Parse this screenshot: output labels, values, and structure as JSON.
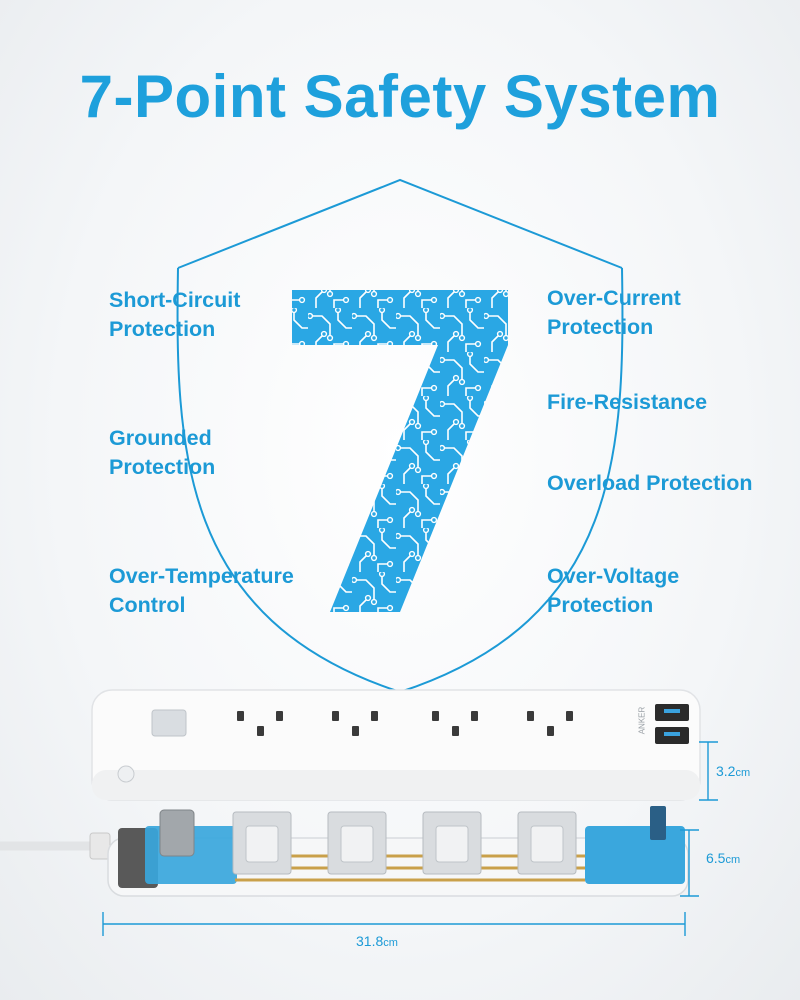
{
  "title": "7-Point Safety System",
  "big_number": "7",
  "features_left": [
    {
      "line1": "Short-Circuit",
      "line2": "Protection"
    },
    {
      "line1": "Grounded",
      "line2": "Protection"
    },
    {
      "line1": "Over-Temperature",
      "line2": "Control"
    }
  ],
  "features_right": [
    {
      "line1": "Over-Current",
      "line2": "Protection"
    },
    {
      "line1": "Fire-Resistance",
      "line2": ""
    },
    {
      "line1": "Overload Protection",
      "line2": ""
    },
    {
      "line1": "Over-Voltage",
      "line2": "Protection"
    }
  ],
  "brand_label": "ANKER",
  "dimensions": {
    "height": {
      "value": "3.2",
      "unit": "cm"
    },
    "depth": {
      "value": "6.5",
      "unit": "cm"
    },
    "length": {
      "value": "31.8",
      "unit": "cm"
    }
  },
  "colors": {
    "accent": "#1ea0dc",
    "circuit_fill": "#2aa7e4"
  }
}
